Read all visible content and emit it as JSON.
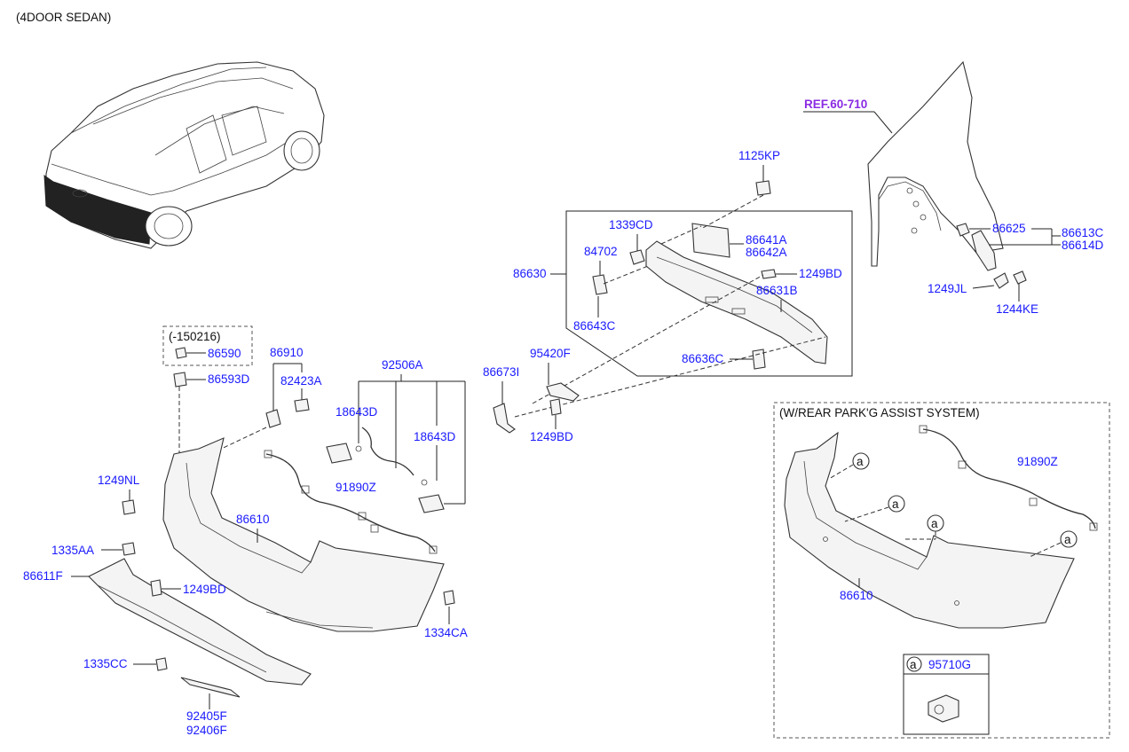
{
  "header": {
    "variant": "(4DOOR SEDAN)"
  },
  "reference": {
    "label": "REF.60-710"
  },
  "boxes": {
    "date_note": "(-150216)",
    "park_assist_title": "(W/REAR PARK'G ASSIST SYSTEM)",
    "sensor_marker": "a"
  },
  "parts": {
    "p1125KP": "1125KP",
    "p1339CD": "1339CD",
    "p84702": "84702",
    "p86630": "86630",
    "p86641A": "86641A",
    "p86642A": "86642A",
    "p1249BD_a": "1249BD",
    "p86631B": "86631B",
    "p86643C": "86643C",
    "p86636C": "86636C",
    "p86625": "86625",
    "p86613C": "86613C",
    "p86614D": "86614D",
    "p1249JL": "1249JL",
    "p1244KE": "1244KE",
    "p86590": "86590",
    "p86593D": "86593D",
    "p86910": "86910",
    "p82423A": "82423A",
    "p92506A": "92506A",
    "p18643D_a": "18643D",
    "p18643D_b": "18643D",
    "p86673I": "86673I",
    "p95420F": "95420F",
    "p1249BD_b": "1249BD",
    "p1249NL": "1249NL",
    "p91890Z_a": "91890Z",
    "p86610_a": "86610",
    "p1335AA": "1335AA",
    "p86611F": "86611F",
    "p1249BD_c": "1249BD",
    "p1334CA": "1334CA",
    "p1335CC": "1335CC",
    "p92405F": "92405F",
    "p92406F": "92406F",
    "p91890Z_b": "91890Z",
    "p86610_b": "86610",
    "p95710G": "95710G"
  }
}
